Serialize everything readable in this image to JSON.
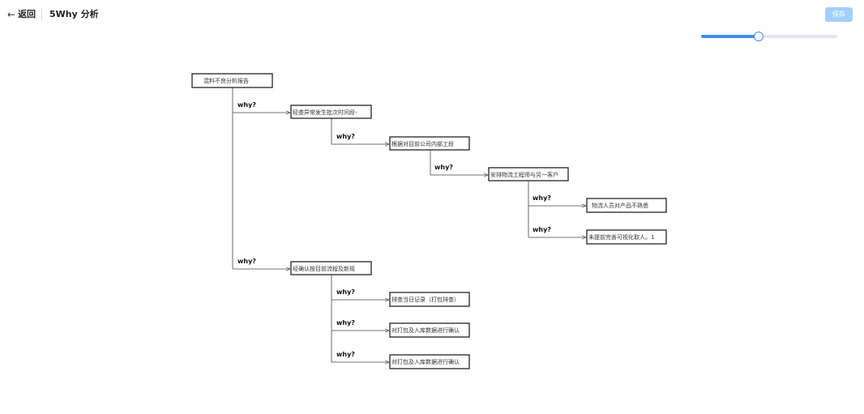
{
  "header": {
    "back_arrow": "←",
    "back_label": "返回",
    "title": "5Why 分析",
    "save_label": "保存"
  },
  "zoom": {
    "value": 0.42
  },
  "diagram": {
    "root": "混料不良分析报告",
    "why_label": "why?",
    "level1": [
      "经查异常发生批次时间段-",
      "经确认按目前流程及新规"
    ],
    "level2_a": [
      "根据对目前公司内部工段"
    ],
    "level3_a": [
      "安排物流工程师与另一客户"
    ],
    "level4_a": [
      "物流人员对产品不熟悉",
      "未提前完善可视化取人。1"
    ],
    "level2_b": [
      "排查当日记录（打包排查）",
      "对打包及入库数据进行确认",
      "对打包及入库数据进行确认"
    ]
  },
  "colors": {
    "accent": "#3d8ee8",
    "save_button": "#a3cffb"
  }
}
